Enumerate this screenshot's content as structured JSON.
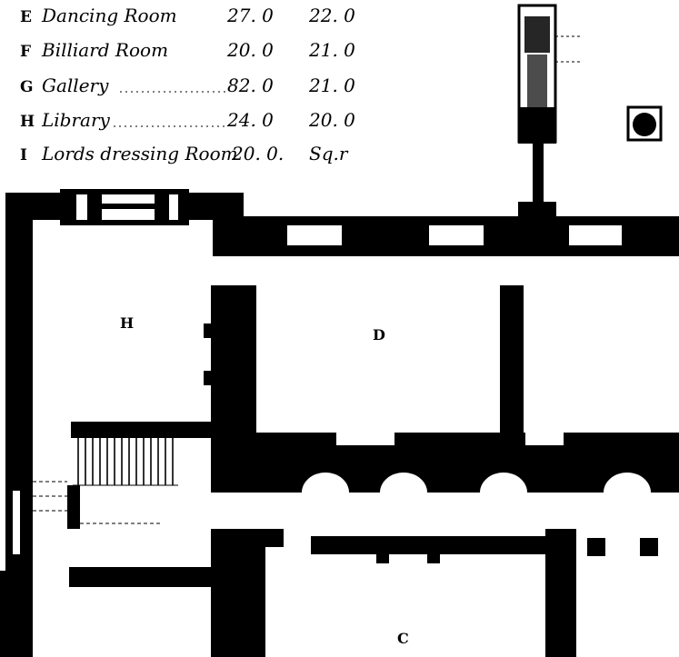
{
  "legend": [
    {
      "key": "E",
      "name": "Dancing Room",
      "dim1": "27. 0",
      "dim2": "22. 0"
    },
    {
      "key": "F",
      "name": "Billiard Room",
      "dim1": "20. 0",
      "dim2": "21. 0"
    },
    {
      "key": "G",
      "name": "Gallery",
      "dim1": "82. 0",
      "dim2": "21. 0"
    },
    {
      "key": "H",
      "name": "Library",
      "dim1": "24. 0",
      "dim2": "20. 0"
    },
    {
      "key": "I",
      "name": "Lords dressing Room",
      "dim1": "20. 0.",
      "dim2": "Sq.r"
    }
  ],
  "rooms": {
    "h": "H",
    "d": "D",
    "c": "C"
  }
}
